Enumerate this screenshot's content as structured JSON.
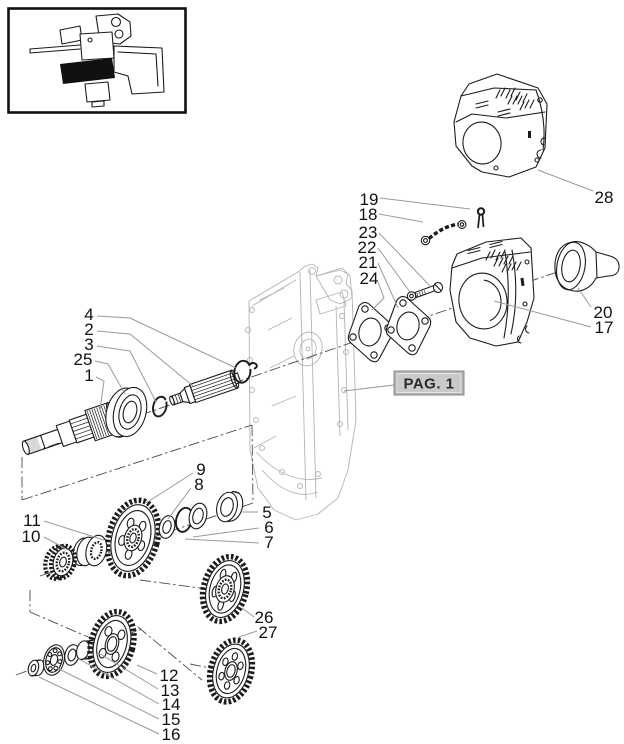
{
  "page_label": "PAG. 1",
  "callouts": {
    "c1": "1",
    "c2": "2",
    "c3": "3",
    "c4": "4",
    "c5": "5",
    "c6": "6",
    "c7": "7",
    "c8": "8",
    "c9": "9",
    "c10": "10",
    "c11": "11",
    "c12": "12",
    "c13": "13",
    "c14": "14",
    "c15": "15",
    "c16": "16",
    "c17": "17",
    "c18": "18",
    "c19": "19",
    "c20": "20",
    "c21": "21",
    "c22": "22",
    "c23": "23",
    "c24": "24",
    "c25": "25",
    "c26": "26",
    "c27": "27",
    "c28": "28"
  },
  "colors": {
    "line": "#1c1c1c",
    "ghost_housing": "#b4b4b4",
    "leader": "#9a9a9a",
    "label_box": "#c9c9c9"
  }
}
